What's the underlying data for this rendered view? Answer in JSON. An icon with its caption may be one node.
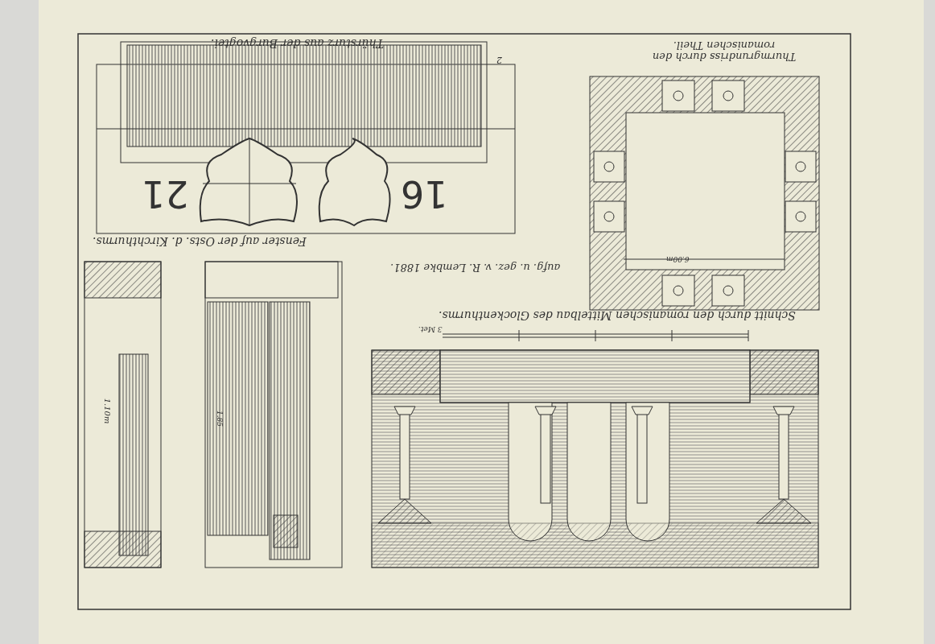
{
  "diagram": {
    "labels": [
      "Thürsturz aus der Burgvogtei.",
      "2",
      "Thurmgrundriss durch den romanischen Theil.",
      "21",
      "16",
      "Fenster auf der Osts. d. Kirchthurms.",
      "aufg. u. gez. v. R. Lembke 1881.",
      "6.00m",
      "Schnitt durch den romanischen Mittelbau des Glockenthurms.",
      "3 Met.",
      "1.10m",
      "1.85"
    ]
  }
}
